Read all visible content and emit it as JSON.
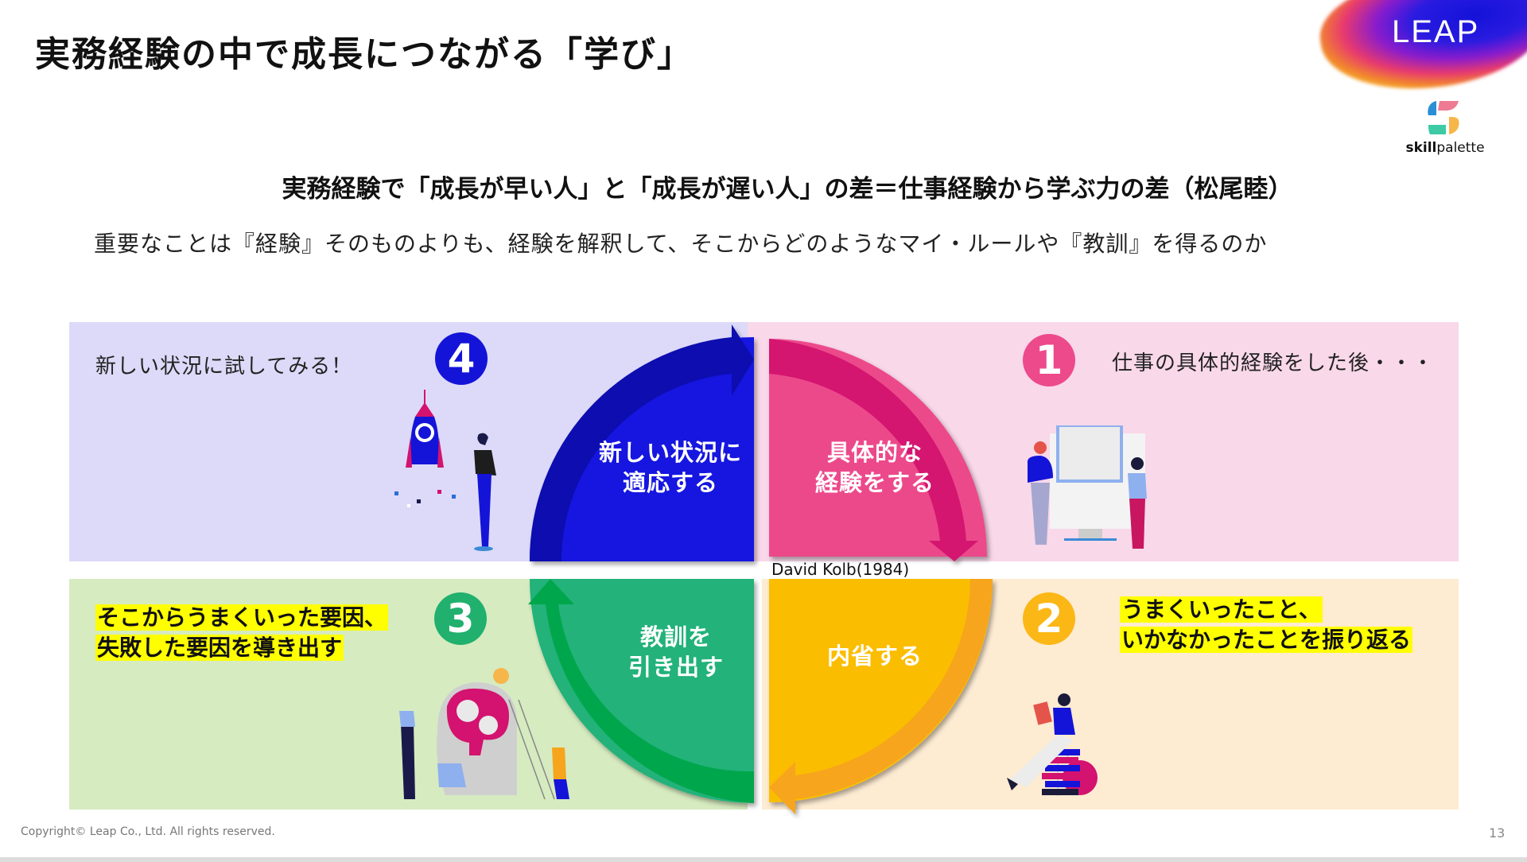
{
  "header": {
    "title": "実務経験の中で成長につながる「学び」",
    "brand_logo": "LEAP",
    "product_logo": {
      "prefix": "skill",
      "suffix": "palette"
    }
  },
  "subtitle": "実務経験で「成長が早い人」と「成長が遅い人」の差＝仕事経験から学ぶ力の差（松尾睦）",
  "lead": "重要なことは『経験』そのものよりも、経験を解釈して、そこからどのようなマイ・ルールや『教訓』を得るのか",
  "cycle": {
    "source": "David Kolb(1984)",
    "steps": [
      {
        "number": "1",
        "badge_color": "#ec4a8b",
        "arc_label_line1": "具体的な",
        "arc_label_line2": "経験をする",
        "description": "仕事の具体的経験をした後・・・",
        "quadrant_color": "#f9d8e9",
        "illustration": "people-at-whiteboard-illustration"
      },
      {
        "number": "2",
        "badge_color": "#fbb715",
        "arc_label_line1": "内省する",
        "arc_label_line2": "",
        "description_line1": "うまくいったこと、",
        "description_line2": "いかなかったことを振り返る",
        "quadrant_color": "#fdebd2",
        "illustration": "person-reading-on-books-illustration"
      },
      {
        "number": "3",
        "badge_color": "#21b06e",
        "arc_label_line1": "教訓を",
        "arc_label_line2": "引き出す",
        "description_line1": "そこからうまくいった要因、",
        "description_line2": "失敗した要因を導き出す",
        "quadrant_color": "#d6ebc0",
        "illustration": "brain-gears-team-illustration"
      },
      {
        "number": "4",
        "badge_color": "#1414d8",
        "arc_label_line1": "新しい状況に",
        "arc_label_line2": "適応する",
        "description": "新しい状況に試してみる！",
        "quadrant_color": "#dcdaf8",
        "illustration": "rocket-launch-illustration"
      }
    ]
  },
  "footer": {
    "copyright": "Copyright© Leap Co., Ltd.  All rights reserved.",
    "page_number": "13"
  }
}
